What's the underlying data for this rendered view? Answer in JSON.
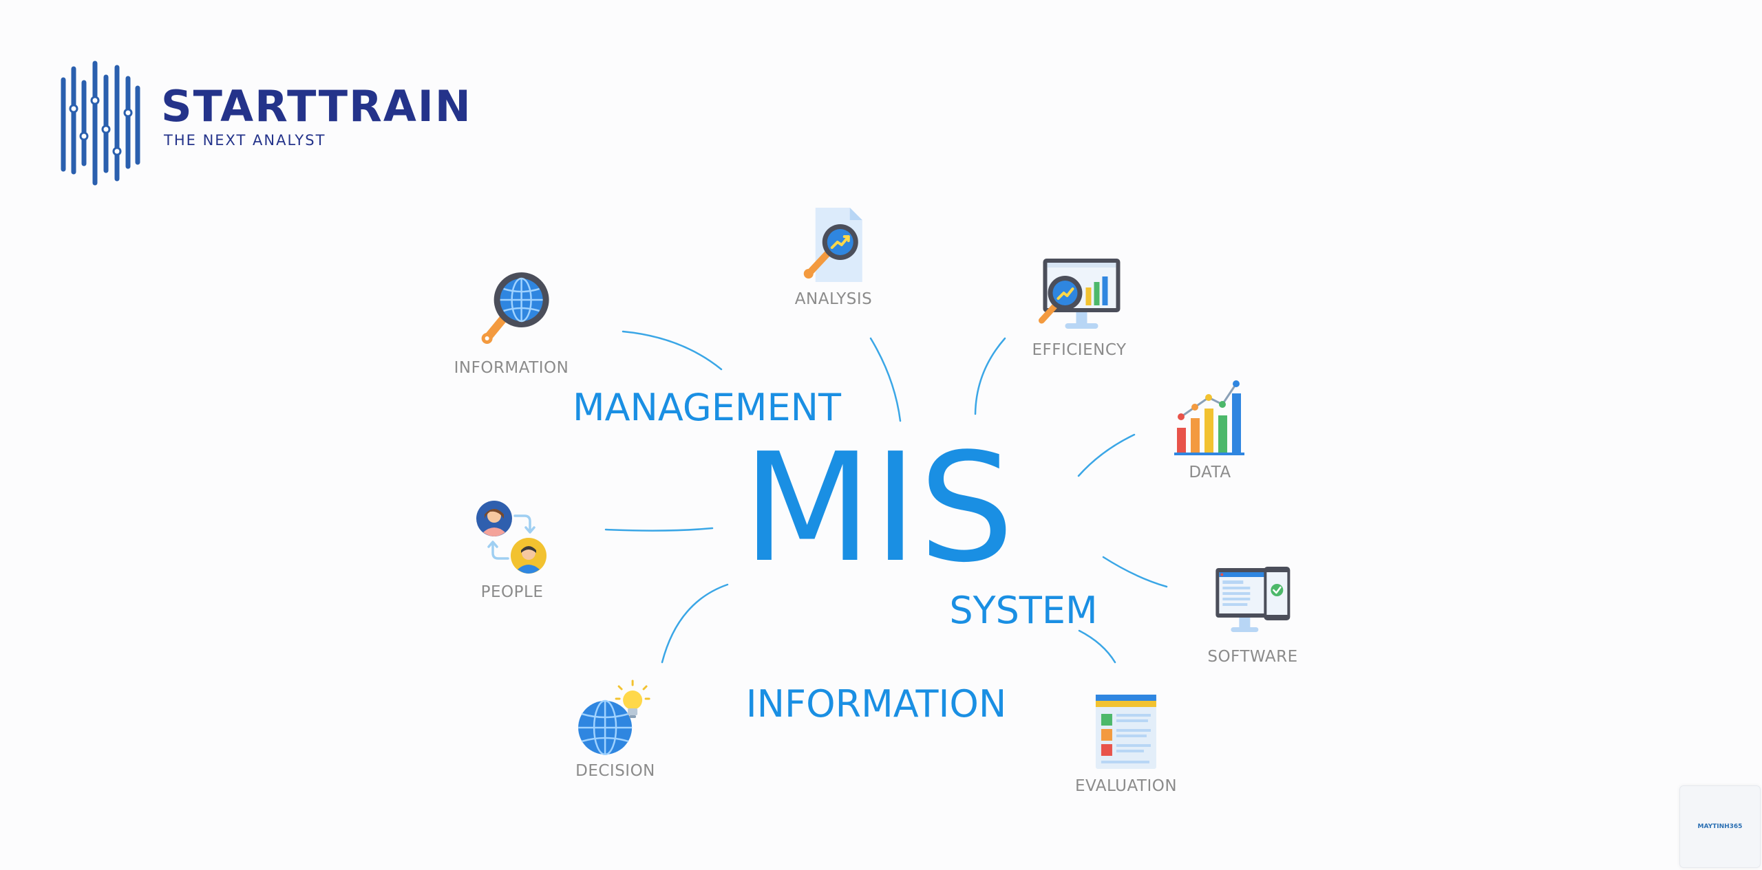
{
  "logo": {
    "name": "STARTTRAIN",
    "tagline": "THE NEXT ANALYST",
    "color": "#24338a"
  },
  "diagram": {
    "accent_color": "#1a8fe3",
    "label_color": "#8b8b8b",
    "center_word": "MIS",
    "words": {
      "management": "MANAGEMENT",
      "system": "SYSTEM",
      "information": "INFORMATION"
    },
    "nodes": [
      {
        "id": "information",
        "label": "INFORMATION",
        "icon": "magnifier-globe-icon"
      },
      {
        "id": "analysis",
        "label": "ANALYSIS",
        "icon": "document-magnifier-icon"
      },
      {
        "id": "efficiency",
        "label": "EFFICIENCY",
        "icon": "monitor-chart-icon"
      },
      {
        "id": "data",
        "label": "DATA",
        "icon": "bar-chart-icon"
      },
      {
        "id": "software",
        "label": "SOFTWARE",
        "icon": "devices-icon"
      },
      {
        "id": "evaluation",
        "label": "EVALUATION",
        "icon": "report-icon"
      },
      {
        "id": "decision",
        "label": "DECISION",
        "icon": "globe-bulb-icon"
      },
      {
        "id": "people",
        "label": "PEOPLE",
        "icon": "people-exchange-icon"
      }
    ]
  },
  "watermark": {
    "text": "MAYTINH365"
  }
}
